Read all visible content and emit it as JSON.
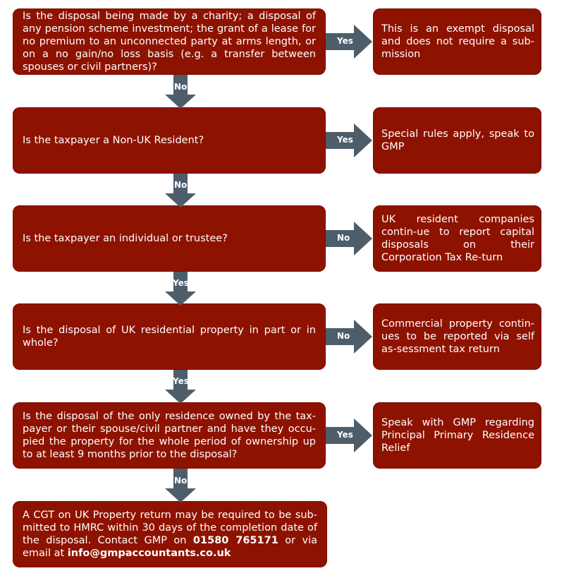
{
  "questions": {
    "q1": "Is the disposal being made by a charity; a disposal of any pension scheme investment;  the grant of a lease for no premium to an unconnected party at arms length, or on a no gain/no loss basis (e.g. a transfer between spouses or civil partners)?",
    "q2": "Is the taxpayer a Non-UK Resident?",
    "q3": "Is the taxpayer an individual or trustee?",
    "q4": "Is the disposal of UK residential property in part or in whole?",
    "q5": "Is the disposal of the only residence owned by the tax-payer or their spouse/civil partner and have they occu-pied the property for the whole period of ownership up to at least 9 months prior to the disposal?"
  },
  "outcomes": {
    "o1": "This is an exempt disposal and does not require a sub-mission",
    "o2": "Special rules apply, speak to GMP",
    "o3": "UK resident companies contin-ue to report capital disposals on their Corporation Tax Re-turn",
    "o4": "Commercial property contin-ues to be reported via self as-sessment tax return",
    "o5": "Speak with GMP regarding Principal Primary Residence Relief"
  },
  "final": {
    "text": "A CGT on UK Property return may be required to be sub-mitted to HMRC within 30 days of the completion date of the disposal. Contact GMP on ",
    "phone": "01580 765171",
    "middle": " or via email at ",
    "email": "info@gmpaccountants.co.uk"
  },
  "labels": {
    "a1_right": "Yes",
    "a1_down": "No",
    "a2_right": "Yes",
    "a2_down": "No",
    "a3_right": "No",
    "a3_down": "Yes",
    "a4_right": "No",
    "a4_down": "Yes",
    "a5_right": "Yes",
    "a5_down": "No"
  },
  "colors": {
    "box": "#8e1200",
    "arrow": "#4e5d6a"
  }
}
